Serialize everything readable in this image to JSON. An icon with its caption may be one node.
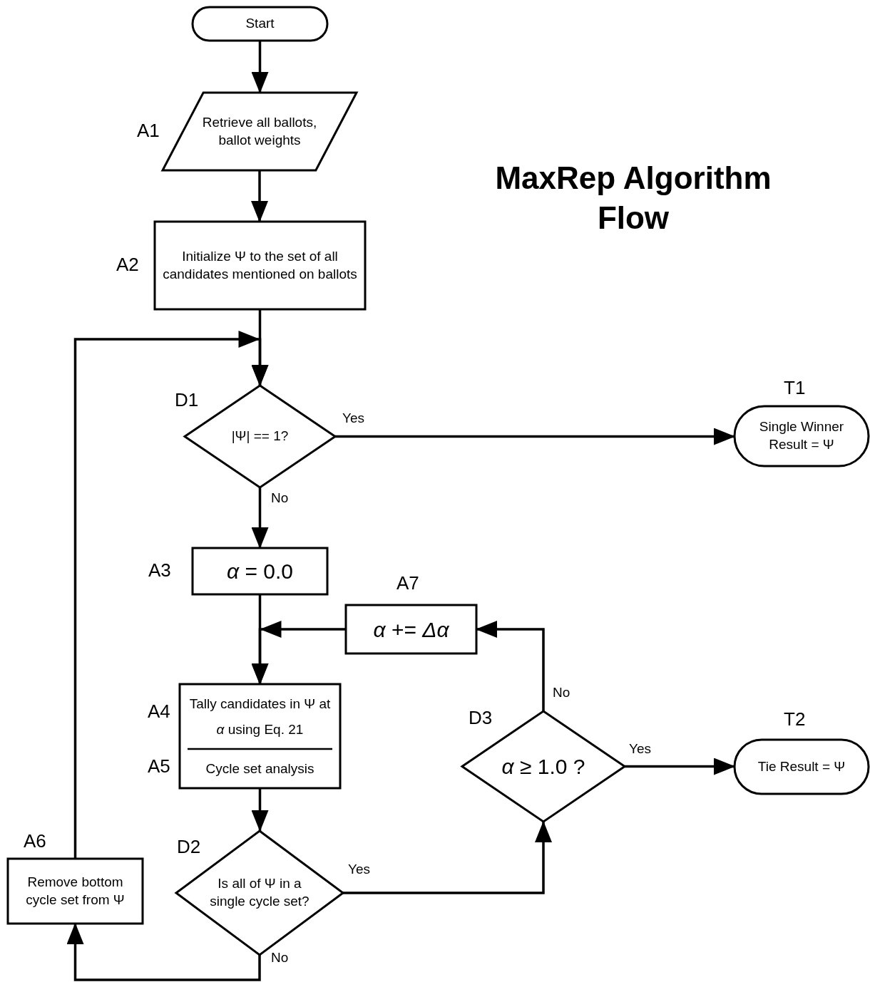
{
  "diagram": {
    "title": "MaxRep Algorithm Flow",
    "nodes": [
      {
        "text": [
          "Start"
        ]
      },
      {
        "text": [
          "Retrieve all ballots, ballot weights"
        ],
        "beside": [
          "A1"
        ]
      },
      {
        "text": [
          "Initialize Ψ to the set of all candidates mentioned on ballots"
        ],
        "beside": [
          "A2"
        ]
      },
      {
        "text": [
          "|Ψ| == 1?"
        ],
        "beside": [
          "D1"
        ]
      },
      {
        "text": [
          "Single Winner Result = Ψ"
        ],
        "beside": [
          "T1"
        ]
      },
      {
        "text": [
          "*α* = 0.0"
        ],
        "beside": [
          "A3"
        ]
      },
      {
        "text": [
          "*α* += *Δα*"
        ],
        "beside": [
          "A7"
        ]
      },
      {
        "text": [
          "Tally candidates in Ψ at *α* using Eq. 21",
          "Cycle set analysis"
        ],
        "beside": [
          "A4",
          "A5"
        ]
      },
      {
        "text": [
          "*α* ≥ 1.0 ?"
        ],
        "beside": [
          "D3"
        ]
      },
      {
        "text": [
          "Tie Result = Ψ"
        ],
        "beside": [
          "T2"
        ]
      },
      {
        "text": [
          "Is all of Ψ in a single cycle set?"
        ],
        "beside": [
          "D2"
        ]
      },
      {
        "text": [
          "Remove bottom cycle set from Ψ"
        ],
        "beside": [
          "A6"
        ]
      }
    ],
    "edges": [
      {
        "from": 0,
        "to": 1,
        "arrow": "to"
      },
      {
        "from": 1,
        "to": 2,
        "arrow": "to"
      },
      {
        "from": 2,
        "to": 3,
        "arrow": "to"
      },
      {
        "from": 3,
        "to": 4,
        "arrow": "to",
        "label": "Yes"
      },
      {
        "from": 3,
        "to": 5,
        "arrow": "to",
        "label": "No"
      },
      {
        "from": 5,
        "to": 7,
        "arrow": "to"
      },
      {
        "from": 6,
        "to": 7,
        "arrow": "to"
      },
      {
        "from": 7,
        "to": 10,
        "arrow": "to"
      },
      {
        "from": 10,
        "to": 8,
        "arrow": "to",
        "label": "Yes"
      },
      {
        "from": 10,
        "to": 11,
        "arrow": "to",
        "label": "No"
      },
      {
        "from": 11,
        "to": 3,
        "arrow": "to"
      },
      {
        "from": 8,
        "to": 6,
        "arrow": "to",
        "label": "No"
      },
      {
        "from": 8,
        "to": 9,
        "arrow": "to",
        "label": "Yes"
      }
    ]
  }
}
